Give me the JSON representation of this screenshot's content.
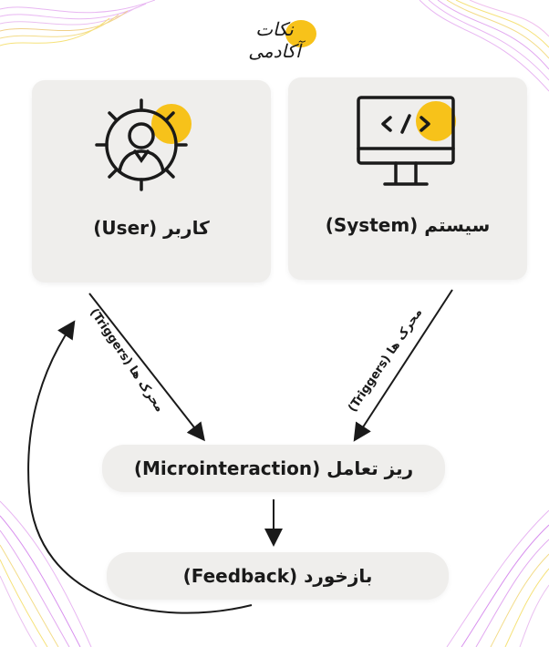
{
  "logo": {
    "text": "نکات آکادمی",
    "accent_color": "#f7c21a"
  },
  "cards": {
    "user": {
      "label": "کاربر (User)",
      "icon": "user-target-icon"
    },
    "system": {
      "label": "سیستم (System)",
      "icon": "monitor-code-icon"
    }
  },
  "edges": {
    "user_trigger": "محرک ها (Triggers)",
    "system_trigger": "محرک ها (Triggers)"
  },
  "nodes": {
    "microinteraction": "ریز تعامل (Microinteraction)",
    "feedback": "بازخورد (Feedback)"
  },
  "colors": {
    "accent": "#f7c21a",
    "card_bg": "#efeeec",
    "line": "#1a1a1a",
    "wave_pink": "#e0a8f0",
    "wave_yellow": "#f6e27a"
  }
}
